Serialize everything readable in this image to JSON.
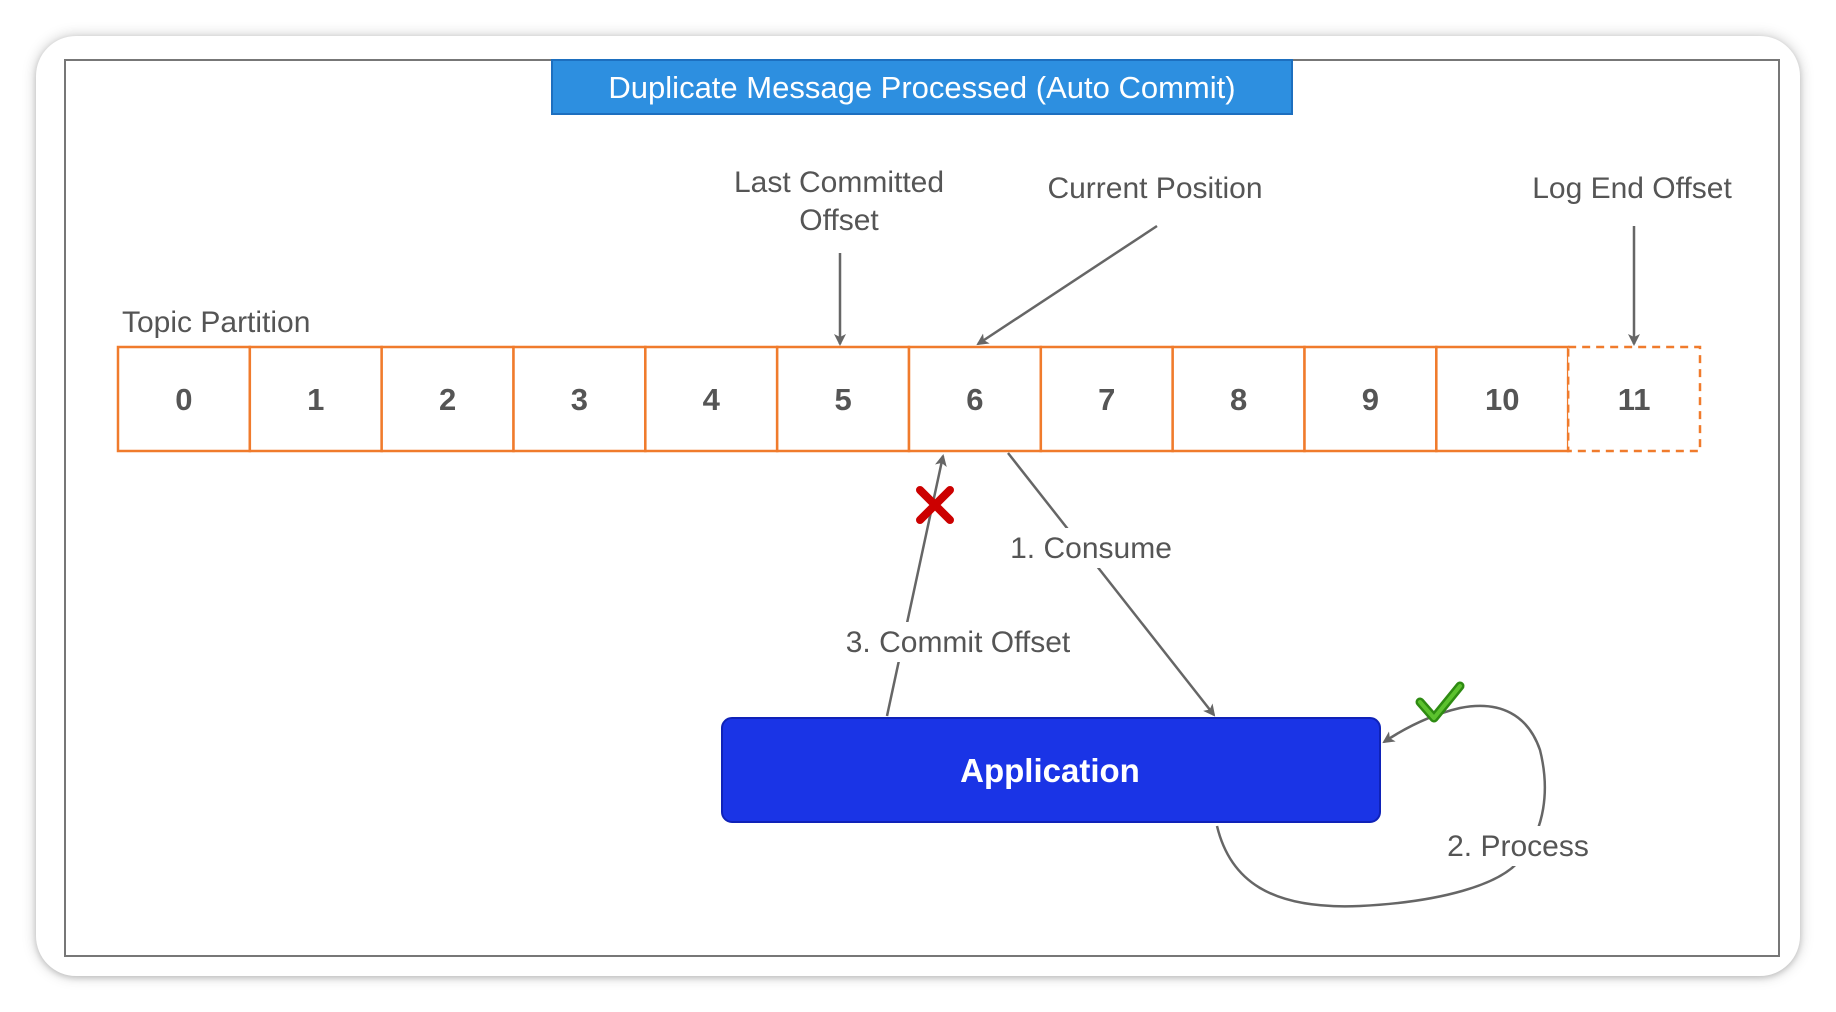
{
  "title": "Duplicate Message Processed (Auto Commit)",
  "topic_label": "Topic Partition",
  "cells": [
    "0",
    "1",
    "2",
    "3",
    "4",
    "5",
    "6",
    "7",
    "8",
    "9",
    "10",
    "11"
  ],
  "pointers": {
    "last_committed_line1": "Last Committed",
    "last_committed_line2": "Offset",
    "current_position": "Current Position",
    "log_end_offset": "Log End Offset"
  },
  "application": "Application",
  "steps": {
    "consume": "1. Consume",
    "process": "2. Process",
    "commit": "3. Commit Offset"
  },
  "colors": {
    "title_bg": "#2d8fe0",
    "cell_border": "#f07b2c",
    "app_bg": "#1a34e6",
    "arrow": "#666666",
    "fail_mark": "#cc0000",
    "success_mark": "#3aa317"
  },
  "icons": {
    "fail": "red-x-icon",
    "success": "green-check-icon"
  }
}
